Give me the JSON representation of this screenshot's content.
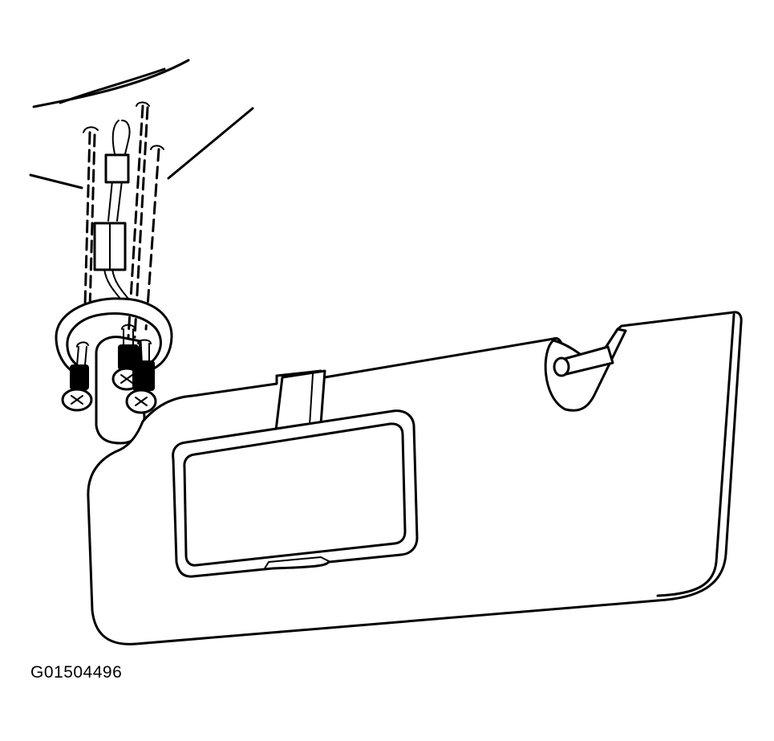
{
  "figure": {
    "code": "G01504496",
    "parts": [
      "headliner",
      "wiring-harness",
      "electrical-connector",
      "mounting-bracket",
      "mounting-screws",
      "sunshade",
      "vanity-mirror",
      "retainer-rod"
    ]
  }
}
